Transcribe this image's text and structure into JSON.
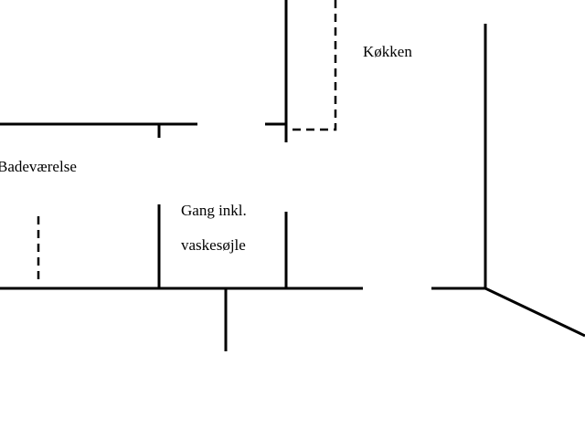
{
  "rooms": {
    "kitchen": "Køkken",
    "bathroom": "Badeværelse",
    "hall_line1": "Gang inkl.",
    "hall_line2": "vaskesøjle"
  },
  "colors": {
    "line": "#000000",
    "background": "#ffffff"
  }
}
